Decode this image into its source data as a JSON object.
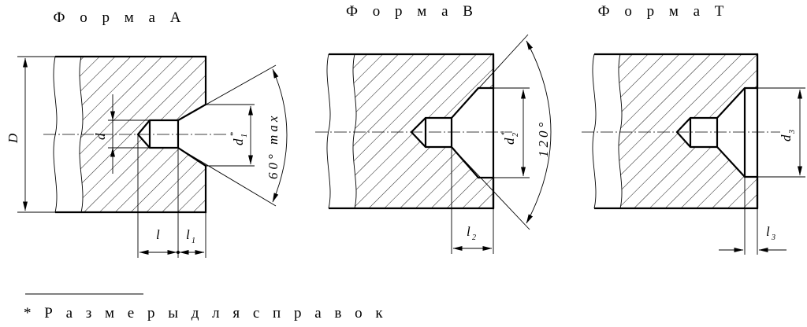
{
  "forms": [
    {
      "title": "Ф о р м а  A",
      "labels": {
        "D": "D",
        "d": "d",
        "d1": "d",
        "d1_sub": "1",
        "d1_star": "*",
        "l": "l",
        "l1": "l",
        "l1_sub": "1",
        "angle": "60° max"
      }
    },
    {
      "title": "Ф о р м а  B",
      "labels": {
        "d2": "d",
        "d2_sub": "2",
        "d2_star": "*",
        "l2": "l",
        "l2_sub": "2",
        "angle": "120°"
      }
    },
    {
      "title": "Ф о р м а  T",
      "labels": {
        "d3": "d",
        "d3_sub": "3",
        "l3": "l",
        "l3_sub": "3"
      }
    }
  ],
  "footnote": "* Р а з м е р ы  д л я  с п р а в о к"
}
